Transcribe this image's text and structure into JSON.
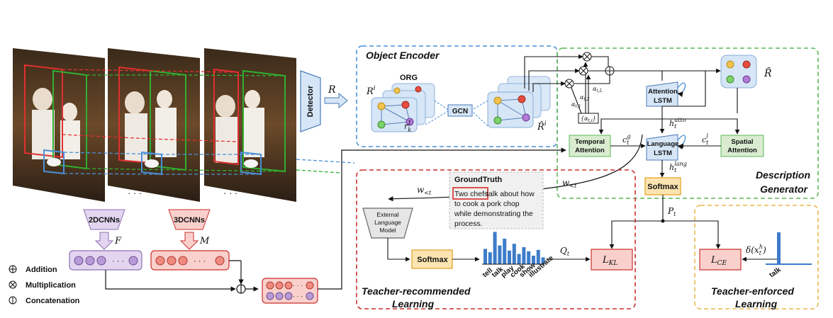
{
  "video": {
    "ellipsis_left": "· · ·",
    "ellipsis_right": "· · ·"
  },
  "cnn": {
    "c2d_label": "2DCNNs",
    "c3d_label": "3DCNNs",
    "f_symbol": "F",
    "m_symbol": "M",
    "dots": "· · ·"
  },
  "legend": {
    "addition": "Addition",
    "multiplication": "Multiplication",
    "concatenation": "Concatenation"
  },
  "detector": {
    "label": "Detector",
    "r_symbol": "R"
  },
  "object_encoder": {
    "title": "Object Encoder",
    "org_label": "ORG",
    "gcn_label": "GCN",
    "ri_symbol": "R^i",
    "rk_symbol": "r^1_k",
    "rhat_symbol": "R̂^i"
  },
  "description_generator": {
    "title_line1": "Description",
    "title_line2": "Generator",
    "attention_lstm": [
      "Attention",
      "LSTM"
    ],
    "language_lstm": [
      "Language",
      "LSTM"
    ],
    "temporal_attention": [
      "Temporal",
      "Attention"
    ],
    "spatial_attention": [
      "Spatial",
      "Attention"
    ],
    "softmax": "Softmax",
    "alpha_t1": "α_{t,1}",
    "alpha_t2": "α_{t,2}",
    "alpha_tL": "α_{t,L}",
    "alpha_ti": "{α_{t,i}}",
    "h_attn": "h_t^{attn}",
    "h_lang": "h_t^{lang}",
    "c_g": "c_t^g",
    "c_l": "c_t^l",
    "r_tilde": "R̃",
    "p_t": "P_t",
    "w_lt": "w_{<t}"
  },
  "teacher_recommended": {
    "title_line1": "Teacher-recommended",
    "title_line2": "Learning",
    "ground_truth_title": "GroundTruth",
    "ground_truth_highlight": "Two chefs",
    "ground_truth_rest_1": " talk about how",
    "ground_truth_rest_2": "to cook a pork chop",
    "ground_truth_rest_3": "while demonstrating the",
    "ground_truth_rest_4": "process.",
    "elm_label": [
      "External",
      "Language",
      "Model"
    ],
    "softmax": "Softmax",
    "w_lt": "w_{<t}",
    "q_t": "Q_t",
    "l_kl": "L_KL",
    "words": [
      "tell",
      "talk",
      "play",
      "cook",
      "show",
      "illustrate"
    ]
  },
  "teacher_enforced": {
    "title_line1": "Teacher-enforced",
    "title_line2": "Learning",
    "l_ce": "L_CE",
    "delta": "δ(x_t^h)",
    "word": "talk"
  },
  "colors": {
    "blue_dash": "#4a90d9",
    "green_dash": "#5cb85c",
    "red_dash": "#c9302c",
    "orange_dash": "#e8b84a",
    "box_blue": "#d6e6f7",
    "box_green": "#d9ecd0",
    "box_orange": "#fce4b0",
    "box_pink": "#f9d0cc",
    "box_purple": "#e3d5f0",
    "bar_blue": "#3d7cc9"
  }
}
